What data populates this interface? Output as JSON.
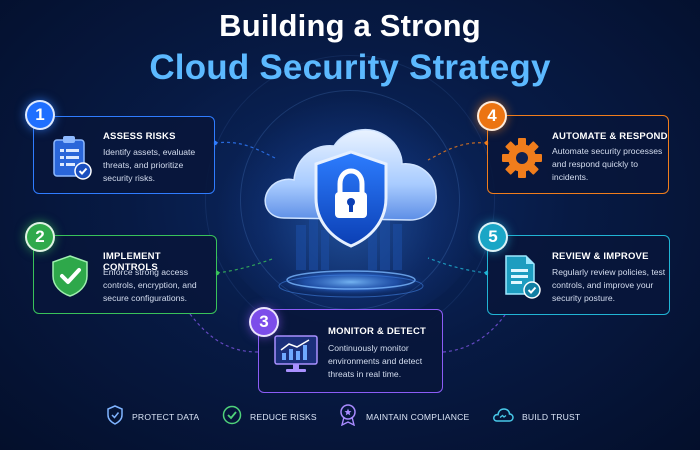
{
  "header": {
    "title_line1": "Building a Strong",
    "title_line2": "Cloud Security Strategy"
  },
  "colors": {
    "accent_blue": "#2f7cff",
    "title_highlight": "#5cb9ff",
    "step1": "#1f6fff",
    "step2": "#2fa94b",
    "step3": "#7c4dea",
    "step4": "#ec7412",
    "step5": "#1aa6c6"
  },
  "center_graphic": {
    "icon": "cloud-shield-lock-icon"
  },
  "steps": [
    {
      "number": "1",
      "title": "ASSESS RISKS",
      "text": "Identify assets, evaluate threats, and prioritize security risks.",
      "icon": "clipboard-check-icon"
    },
    {
      "number": "2",
      "title": "IMPLEMENT CONTROLS",
      "text": "Enforce strong access controls, encryption, and secure configurations.",
      "icon": "shield-check-icon"
    },
    {
      "number": "3",
      "title": "MONITOR & DETECT",
      "text": "Continuously monitor environments and detect threats in real time.",
      "icon": "monitor-chart-icon"
    },
    {
      "number": "4",
      "title": "AUTOMATE & RESPOND",
      "text": "Automate security processes and respond quickly to incidents.",
      "icon": "gear-icon"
    },
    {
      "number": "5",
      "title": "REVIEW & IMPROVE",
      "text": "Regularly review policies, test controls, and improve your security posture.",
      "icon": "document-check-icon"
    }
  ],
  "footer": [
    {
      "label": "PROTECT DATA",
      "icon": "shield-outline-icon"
    },
    {
      "label": "REDUCE RISKS",
      "icon": "check-circle-icon"
    },
    {
      "label": "MAINTAIN COMPLIANCE",
      "icon": "award-badge-icon"
    },
    {
      "label": "BUILD TRUST",
      "icon": "cloud-handshake-icon"
    }
  ]
}
